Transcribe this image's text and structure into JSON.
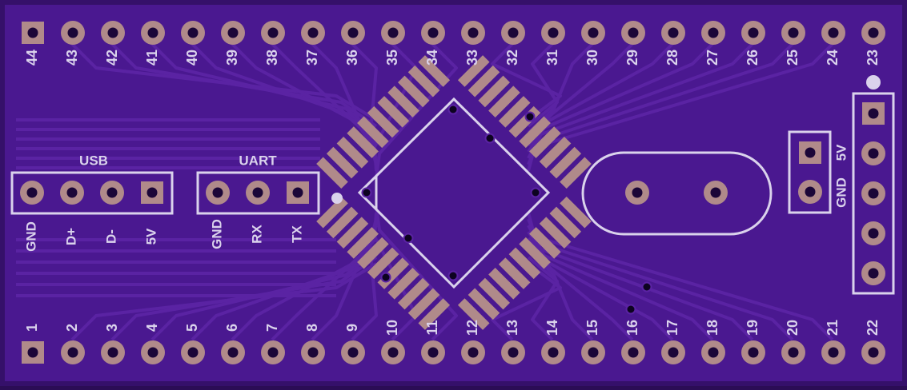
{
  "colors": {
    "board": "#4a1890",
    "board_edge": "#35106a",
    "trace": "#5a23a3",
    "copper": "#b08a8a",
    "copper_dark": "#8a6a6a",
    "silk": "#dad2ec",
    "hole": "#1b0638"
  },
  "pins": {
    "top": [
      "44",
      "43",
      "42",
      "41",
      "40",
      "39",
      "38",
      "37",
      "36",
      "35",
      "34",
      "33",
      "32",
      "31",
      "30",
      "29",
      "28",
      "27",
      "26",
      "25",
      "24",
      "23"
    ],
    "bottom": [
      "1",
      "2",
      "3",
      "4",
      "5",
      "6",
      "7",
      "8",
      "9",
      "10",
      "11",
      "12",
      "13",
      "14",
      "15",
      "16",
      "17",
      "18",
      "19",
      "20",
      "21",
      "22"
    ]
  },
  "usb": {
    "title": "USB",
    "labels": [
      "GND",
      "D+",
      "D-",
      "5V"
    ]
  },
  "uart": {
    "title": "UART",
    "labels": [
      "GND",
      "RX",
      "TX"
    ]
  },
  "power": {
    "labels": [
      "5V",
      "GND"
    ]
  },
  "icons": {
    "chip": "qfp44-chip-icon",
    "crystal": "crystal-oscillator-icon",
    "header": "pin-header-icon"
  }
}
